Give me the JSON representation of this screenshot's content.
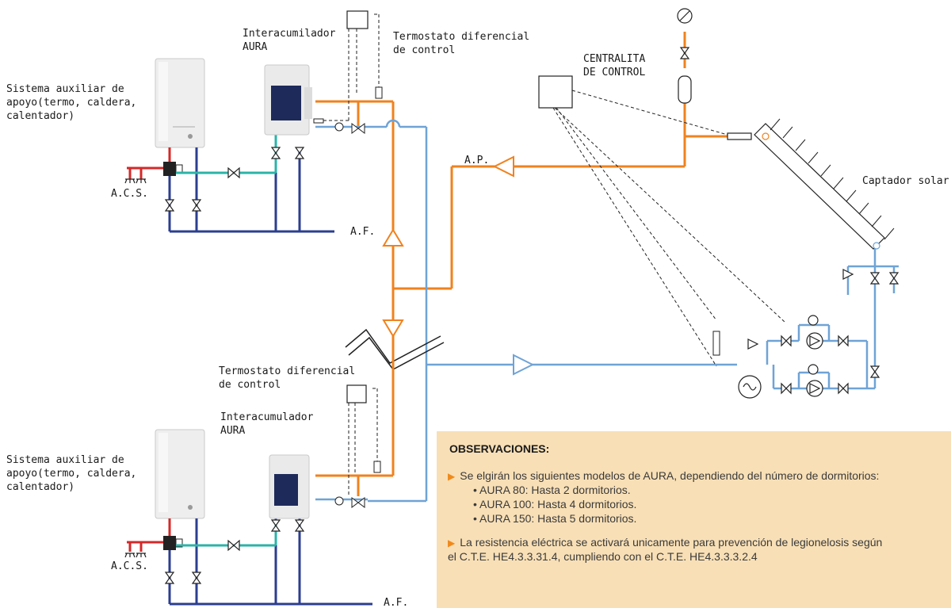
{
  "labels": {
    "aux_top": [
      "Sistema auxiliar de",
      "apoyo(termo, caldera,",
      "calentador)"
    ],
    "aux_bottom": [
      "Sistema auxiliar de",
      "apoyo(termo, caldera,",
      "calentador)"
    ],
    "aura_top": [
      "Interacumilador",
      "AURA"
    ],
    "aura_bottom": [
      "Interacumulador",
      "AURA"
    ],
    "termostato_top": [
      "Termostato diferencial",
      "de control"
    ],
    "termostato_bottom": [
      "Termostato diferencial",
      "de control"
    ],
    "acs_top": "A.C.S.",
    "acs_bottom": "A.C.S.",
    "af_top": "A.F.",
    "af_bottom": "A.F.",
    "ap": "A.P.",
    "centralita": [
      "CENTRALITA",
      "DE CONTROL"
    ],
    "captador": "Captador solar"
  },
  "observaciones": {
    "title": "OBSERVACIONES:",
    "line1": "Se elgirán los siguientes modelos de AURA, dependiendo del número de dormitorios:",
    "models": [
      "• AURA 80: Hasta 2 dormitorios.",
      "• AURA 100: Hasta 4 dormitorios.",
      "• AURA 150: Hasta 5 dormitorios."
    ],
    "line2": "La resistencia eléctrica se activará unicamente para prevención de legionelosis según",
    "line3": "el C.T.E. HE4.3.3.31.4, cumpliendo con el C.T.E. HE4.3.3.3.2.4"
  },
  "colors": {
    "hot_pipe": "#f0821e",
    "cold_pipe": "#6fa3d6",
    "supply_pipe": "#2b3e8f",
    "teal_pipe": "#2cb3a8",
    "acs_pipe": "#d62828",
    "note_bg": "#f8dfb6"
  },
  "icons": [
    "boiler-icon",
    "aura-tank-icon",
    "valve-icon",
    "pump-icon",
    "solar-collector-icon",
    "control-box-icon",
    "expansion-vessel-icon",
    "pressure-gauge-icon"
  ]
}
